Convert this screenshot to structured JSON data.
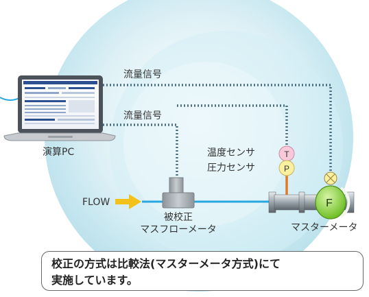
{
  "labels": {
    "signal_top": "流量信号",
    "signal_mid": "流量信号",
    "pc": "演算PC",
    "temp_sensor": "温度センサ",
    "pressure_sensor": "圧力センサ",
    "flow": "FLOW",
    "dut_line1": "被校正",
    "dut_line2": "マスフローメータ",
    "master": "マスターメータ",
    "sensor_t": "T",
    "sensor_p": "P",
    "meter_f": "F"
  },
  "caption": {
    "line1": "校正の方式は比較法(マスターメータ方式)にて",
    "line2": "実施しています。"
  },
  "colors": {
    "background_circle": "#bfe4ee",
    "pipe": "#27a7e0",
    "signal_dots": "#4a6e80",
    "flow_arrow": "#f2c21a",
    "sensor_fill": "#fbf0a0",
    "t_sensor_fill": "#f8c9d8",
    "master_meter_fill": "#9ad84a",
    "pressure_stem": "#e07a26"
  },
  "icons": {
    "pc": "laptop-icon",
    "arrow": "arrow-right-icon"
  }
}
